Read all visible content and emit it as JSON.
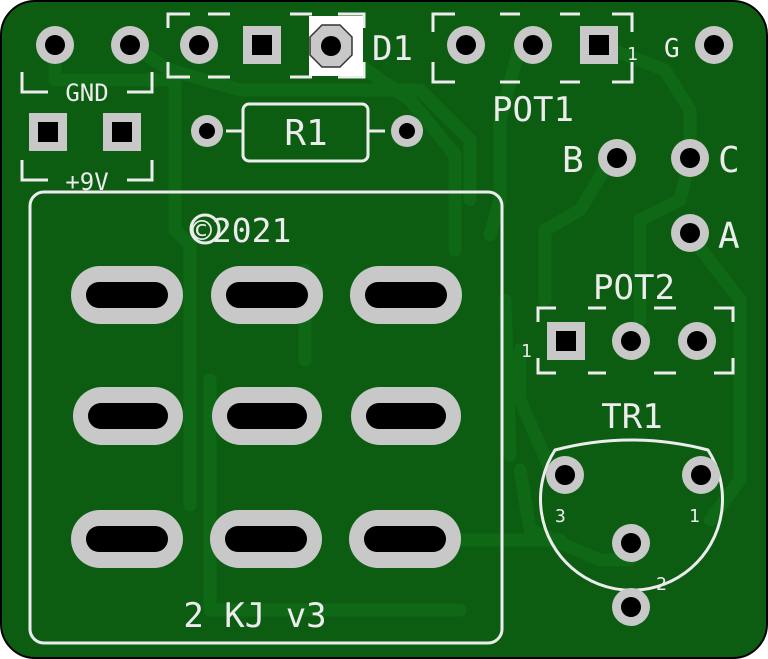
{
  "board": {
    "colors": {
      "background": "#ffffff",
      "soldermask": "#0c5c12",
      "trace": "#0f6816",
      "outline": "#000000",
      "silkscreen": "#ececec",
      "pad": "#c8c8c8",
      "hole": "#000000"
    }
  },
  "labels": {
    "gnd": "GND",
    "plus9v": "+9V",
    "d1": "D1",
    "pot1": "POT1",
    "pot1_pin": "1",
    "g": "G",
    "r1": "R1",
    "b": "B",
    "c": "C",
    "a": "A",
    "copyright": "©2021",
    "pot2": "POT2",
    "pot2_pin": "1",
    "tr1": "TR1",
    "tr1_pin3": "3",
    "tr1_pin1": "1",
    "tr1_pin2": "2",
    "version": "2 KJ v3"
  }
}
